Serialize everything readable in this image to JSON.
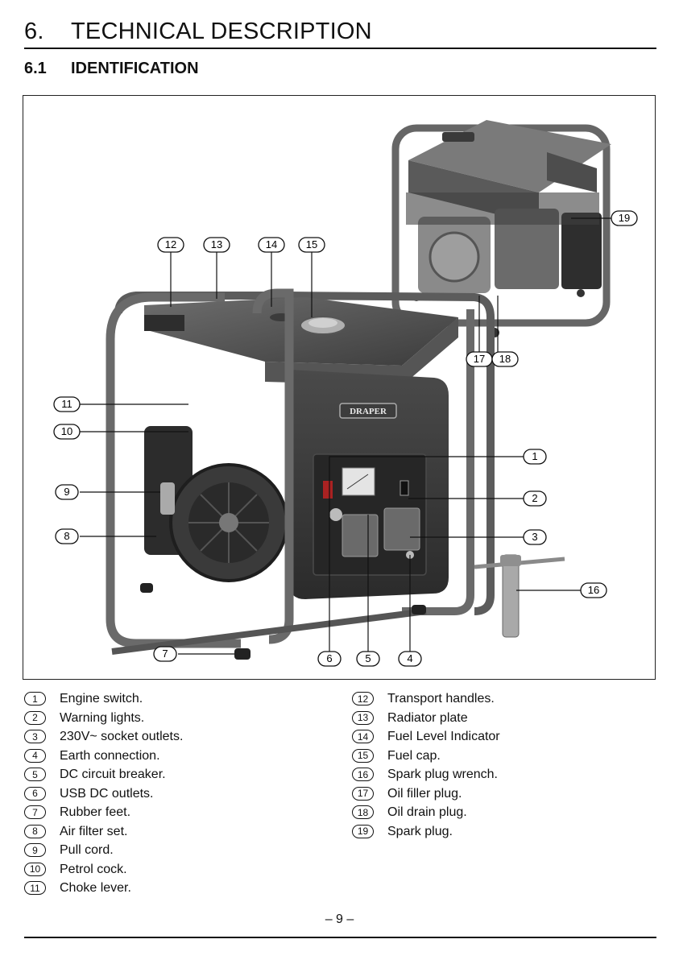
{
  "section": {
    "number": "6.",
    "title": "TECHNICAL DESCRIPTION"
  },
  "subsection": {
    "number": "6.1",
    "title": "IDENTIFICATION"
  },
  "figure": {
    "brand_plate": "DRAPER",
    "callouts": [
      "1",
      "2",
      "3",
      "4",
      "5",
      "6",
      "7",
      "8",
      "9",
      "10",
      "11",
      "12",
      "13",
      "14",
      "15",
      "16",
      "17",
      "18",
      "19"
    ]
  },
  "legend_left": [
    {
      "num": "1",
      "label": "Engine switch."
    },
    {
      "num": "2",
      "label": "Warning lights."
    },
    {
      "num": "3",
      "label": "230V~ socket outlets."
    },
    {
      "num": "4",
      "label": "Earth connection."
    },
    {
      "num": "5",
      "label": "DC circuit breaker."
    },
    {
      "num": "6",
      "label": "USB DC outlets."
    },
    {
      "num": "7",
      "label": "Rubber feet."
    },
    {
      "num": "8",
      "label": "Air filter set."
    },
    {
      "num": "9",
      "label": "Pull cord."
    },
    {
      "num": "10",
      "label": "Petrol cock."
    },
    {
      "num": "11",
      "label": "Choke lever."
    }
  ],
  "legend_right": [
    {
      "num": "12",
      "label": "Transport handles."
    },
    {
      "num": "13",
      "label": "Radiator plate"
    },
    {
      "num": "14",
      "label": "Fuel Level Indicator"
    },
    {
      "num": "15",
      "label": "Fuel cap."
    },
    {
      "num": "16",
      "label": "Spark plug wrench."
    },
    {
      "num": "17",
      "label": "Oil filler plug."
    },
    {
      "num": "18",
      "label": "Oil drain plug."
    },
    {
      "num": "19",
      "label": "Spark plug."
    }
  ],
  "page_number": "– 9 –"
}
